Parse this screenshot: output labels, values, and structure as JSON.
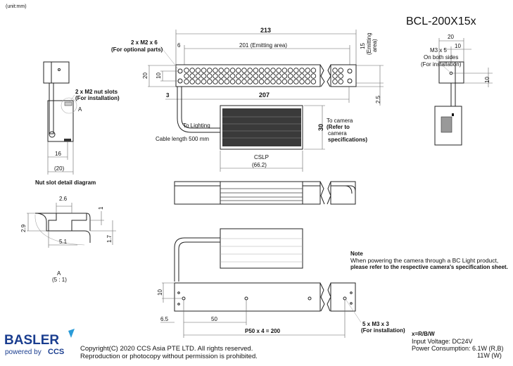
{
  "header": {
    "unit": "(unit:mm)",
    "model": "BCL-200X15x"
  },
  "front_view": {
    "dim_total": "213",
    "dim_offset": "6",
    "dim_emitting": "201 (Emitting area)",
    "dim_height_emitting": "15",
    "dim_height_emitting_label_1": "(Emitting",
    "dim_height_emitting_label_2": "area)",
    "dim_height": "20",
    "dim_hole_pitch": "10",
    "dim_left": "3",
    "dim_hole_span": "207",
    "dim_bottom": "2.5",
    "screw_label": "2 x M2 x 6",
    "screw_note": "(For optional parts)",
    "to_lighting": "To Lighting",
    "cable_length": "Cable length 500 mm",
    "controller_name": "CSLP",
    "controller_width": "(66.2)",
    "controller_height": "30",
    "to_camera": "To camera",
    "refer_1": "(Refer to",
    "refer_2": "camera",
    "refer_3": "specifications)"
  },
  "side_view": {
    "nut_label": "2 x M2 nut slots",
    "nut_note": "(For installation)",
    "detail_marker": "A",
    "dim_16": "16",
    "dim_20": "(20)"
  },
  "nut_detail": {
    "title": "Nut slot detail diagram",
    "dim_2_6": "2.6",
    "dim_1": "1",
    "dim_2_9": "2.9",
    "dim_5_1": "5.1",
    "dim_1_7": "1.7",
    "label": "A",
    "scale": "(5 : 1)"
  },
  "right_view": {
    "dim_20": "20",
    "dim_10": "10",
    "dim_10_v": "10",
    "screw_label": "M3 x 5",
    "screw_note_1": "On both sides",
    "screw_note_2": "(For installation)"
  },
  "bottom_view": {
    "dim_10": "10",
    "dim_6_5": "6.5",
    "dim_50": "50",
    "dim_pitch": "P50 x 4 = 200",
    "screw_label": "5 x M3 x 3",
    "screw_note": "(For installation)"
  },
  "note": {
    "title": "Note",
    "line1": "When powering the camera through a BC Light product,",
    "line2": "please refer to the respective camera's specification sheet."
  },
  "specs": {
    "variant": "x=R/B/W",
    "voltage": "Input Voltage: DC24V",
    "power": "Power Consumption: 6.1W (R,B)",
    "power_w": "11W (W)"
  },
  "footer": {
    "logo_text": "BASLER",
    "powered_by": "powered by",
    "partner_logo": "CCS",
    "copyright": "Copyright(C) 2020 CCS Asia PTE LTD. All rights reserved.",
    "reproduction": "Reproduction or photocopy without permission is prohibited."
  },
  "colors": {
    "brand_blue": "#1a3d8f",
    "accent": "#2a9bd8",
    "fin_dark": "#3a3a3a"
  }
}
